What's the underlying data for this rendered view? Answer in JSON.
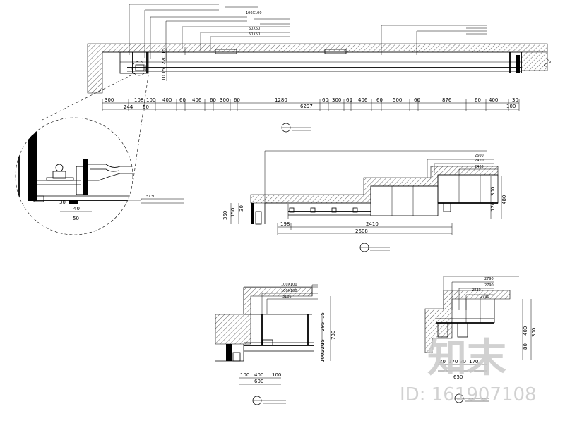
{
  "watermark": {
    "logo_text": "知末",
    "id_text": "ID: 161907108"
  },
  "plan_top": {
    "leader_labels": [
      "100X100",
      "60X60",
      "60X60"
    ],
    "vertical_dims": [
      "220",
      "15",
      "15",
      "10"
    ],
    "dims_row1": [
      "300",
      "108",
      "100",
      "400",
      "60",
      "406",
      "60",
      "300",
      "60",
      "1280",
      "60",
      "300",
      "60",
      "406",
      "60",
      "500",
      "60",
      "876",
      "60",
      "400",
      "30"
    ],
    "dims_row2": [
      "244",
      "50",
      "6297",
      "100"
    ]
  },
  "detail": {
    "dims": [
      "40",
      "50",
      "30"
    ],
    "leader_label": "15X30"
  },
  "section_mid": {
    "leader_labels": [
      "2600",
      "2410",
      "2400"
    ],
    "vertical_dims_left": [
      "350",
      "150",
      "30"
    ],
    "vertical_dims_right": [
      "300",
      "120",
      "480"
    ],
    "dims": [
      "198",
      "2410",
      "2608"
    ]
  },
  "section_bl": {
    "leader_labels": [
      "100X100",
      "100X100",
      "3105"
    ],
    "vertical_dims": [
      "295",
      "15",
      "730",
      "220",
      "15",
      "100"
    ],
    "dims_row1": [
      "100",
      "400",
      "100"
    ],
    "dims_row2": [
      "600"
    ]
  },
  "section_br": {
    "leader_labels": [
      "2790",
      "2790",
      "2820",
      "2790"
    ],
    "vertical_dims": [
      "400",
      "300",
      "80"
    ],
    "dims_row1": [
      "30",
      "170",
      "30",
      "170"
    ],
    "dims_row2": [
      "650"
    ]
  }
}
